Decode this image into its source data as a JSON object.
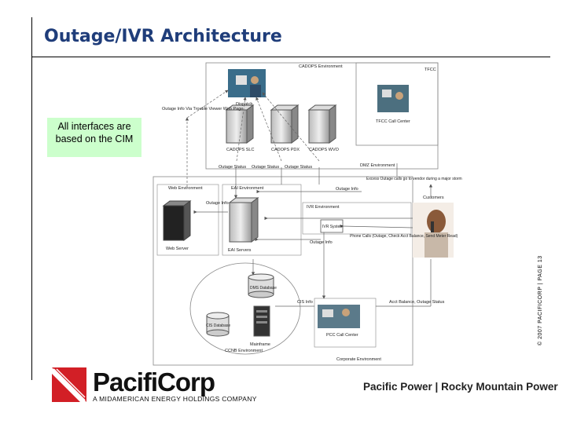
{
  "title": "Outage/IVR Architecture",
  "note": "All interfaces are based on the CIM",
  "copyright": "© 2007 PACIFICORP | PAGE 13",
  "tagline": "Pacific Power | Rocky Mountain Power",
  "logo": {
    "name": "PacifiCorp",
    "subtitle": "A MIDAMERICAN ENERGY HOLDINGS COMPANY"
  },
  "diagram": {
    "cadops_env": "CADOPS Environment",
    "tfcc": "TFCC",
    "dispatch": "Dispatch",
    "tfcc_call_center": "TFCC Call Center",
    "outage_info_web": "Outage Info Via Trouble Viewer Web Page",
    "cadops_slc": "CADOPS SLC",
    "cadops_pdx": "CADOPS PDX",
    "cadops_wvo": "CADOPS WVO",
    "outage_status_1": "Outage Status",
    "outage_status_2": "Outage Status",
    "outage_status_3": "Outage Status",
    "dmz_env": "DMZ Environment",
    "web_env": "Web Environment",
    "eai_env": "EAI Environment",
    "outage_info_1": "Outage Info",
    "excess_calls": "Excess Outage calls go to vendor during a major storm",
    "customers": "Customers",
    "outage_info_2": "Outage Info",
    "ivr_env": "IVR Environment",
    "ivr_system": "IVR System",
    "phone_calls": "Phone Calls (Outage, Check Acct Balance, Send Meter Read)",
    "outage_info_3": "Outage Info",
    "web_server": "Web Server",
    "eai_servers": "EAI Servers",
    "dms": "DMS Database",
    "cis": "CIS Database",
    "cis_info": "CIS Info",
    "pcc": "PCC Call Center",
    "acct_balance": "Acct Balance, Outage Status",
    "mainframe": "Mainframe",
    "ccnb_env": "CCNB Environment",
    "corp_env": "Corporate Environment"
  }
}
